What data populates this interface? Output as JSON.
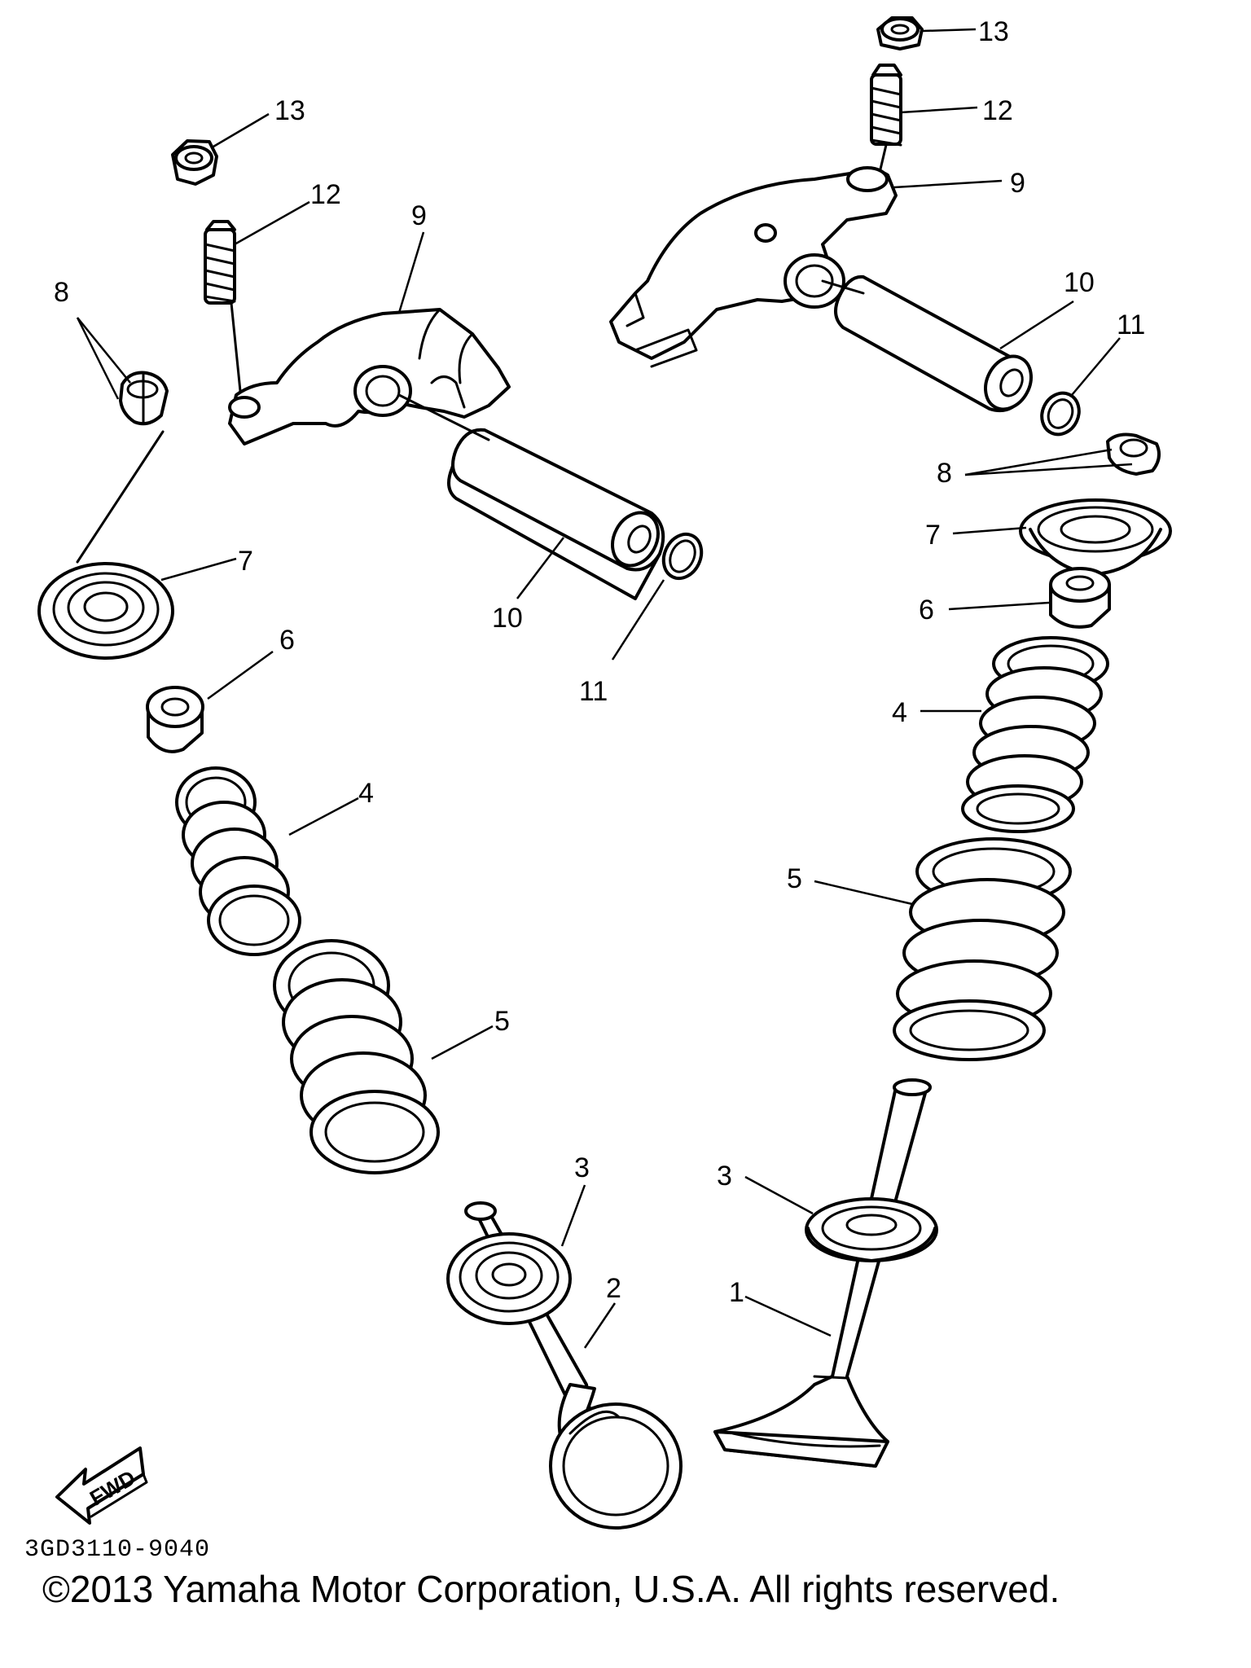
{
  "diagram": {
    "callouts": [
      {
        "id": "left-lock-nut",
        "label": "13"
      },
      {
        "id": "left-adjusting-screw",
        "label": "12"
      },
      {
        "id": "left-rocker-arm",
        "label": "9"
      },
      {
        "id": "left-valve-cotter",
        "label": "8"
      },
      {
        "id": "left-valve-retainer",
        "label": "7"
      },
      {
        "id": "left-rocker-shaft",
        "label": "10"
      },
      {
        "id": "left-o-ring",
        "label": "11"
      },
      {
        "id": "left-valve-stem-seal",
        "label": "6"
      },
      {
        "id": "left-inner-spring",
        "label": "4"
      },
      {
        "id": "left-outer-spring",
        "label": "5"
      },
      {
        "id": "left-spring-seat",
        "label": "3"
      },
      {
        "id": "exhaust-valve",
        "label": "2"
      },
      {
        "id": "right-lock-nut",
        "label": "13"
      },
      {
        "id": "right-adjusting-screw",
        "label": "12"
      },
      {
        "id": "right-rocker-arm",
        "label": "9"
      },
      {
        "id": "right-rocker-shaft",
        "label": "10"
      },
      {
        "id": "right-o-ring",
        "label": "11"
      },
      {
        "id": "right-valve-cotter",
        "label": "8"
      },
      {
        "id": "right-valve-retainer",
        "label": "7"
      },
      {
        "id": "right-valve-stem-seal",
        "label": "6"
      },
      {
        "id": "right-inner-spring",
        "label": "4"
      },
      {
        "id": "right-outer-spring",
        "label": "5"
      },
      {
        "id": "right-spring-seat",
        "label": "3"
      },
      {
        "id": "intake-valve",
        "label": "1"
      }
    ],
    "fwd_label": "FWD"
  },
  "footer": {
    "drawing_code": "3GD3110-9040",
    "copyright": "©2013 Yamaha Motor Corporation, U.S.A. All rights reserved."
  }
}
